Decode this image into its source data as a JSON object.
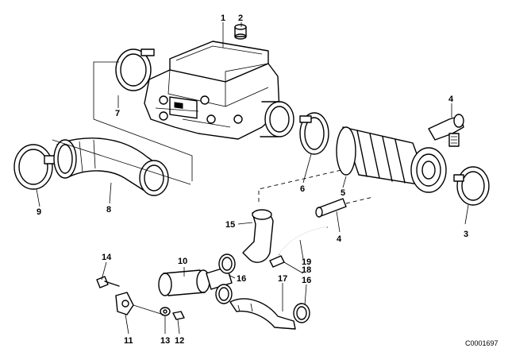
{
  "diagram": {
    "part_labels": [
      {
        "id": "1",
        "text": "1"
      },
      {
        "id": "2",
        "text": "2"
      },
      {
        "id": "3",
        "text": "3"
      },
      {
        "id": "4a",
        "text": "4"
      },
      {
        "id": "4b",
        "text": "4"
      },
      {
        "id": "5",
        "text": "5"
      },
      {
        "id": "6",
        "text": "6"
      },
      {
        "id": "7",
        "text": "7"
      },
      {
        "id": "8",
        "text": "8"
      },
      {
        "id": "9",
        "text": "9"
      },
      {
        "id": "10",
        "text": "10"
      },
      {
        "id": "11",
        "text": "11"
      },
      {
        "id": "12",
        "text": "12"
      },
      {
        "id": "13",
        "text": "13"
      },
      {
        "id": "14",
        "text": "14"
      },
      {
        "id": "15",
        "text": "15"
      },
      {
        "id": "16a",
        "text": "16"
      },
      {
        "id": "16b",
        "text": "16"
      },
      {
        "id": "17",
        "text": "17"
      },
      {
        "id": "18",
        "text": "18"
      },
      {
        "id": "19",
        "text": "19"
      }
    ],
    "drawing_code": "C0001697"
  }
}
